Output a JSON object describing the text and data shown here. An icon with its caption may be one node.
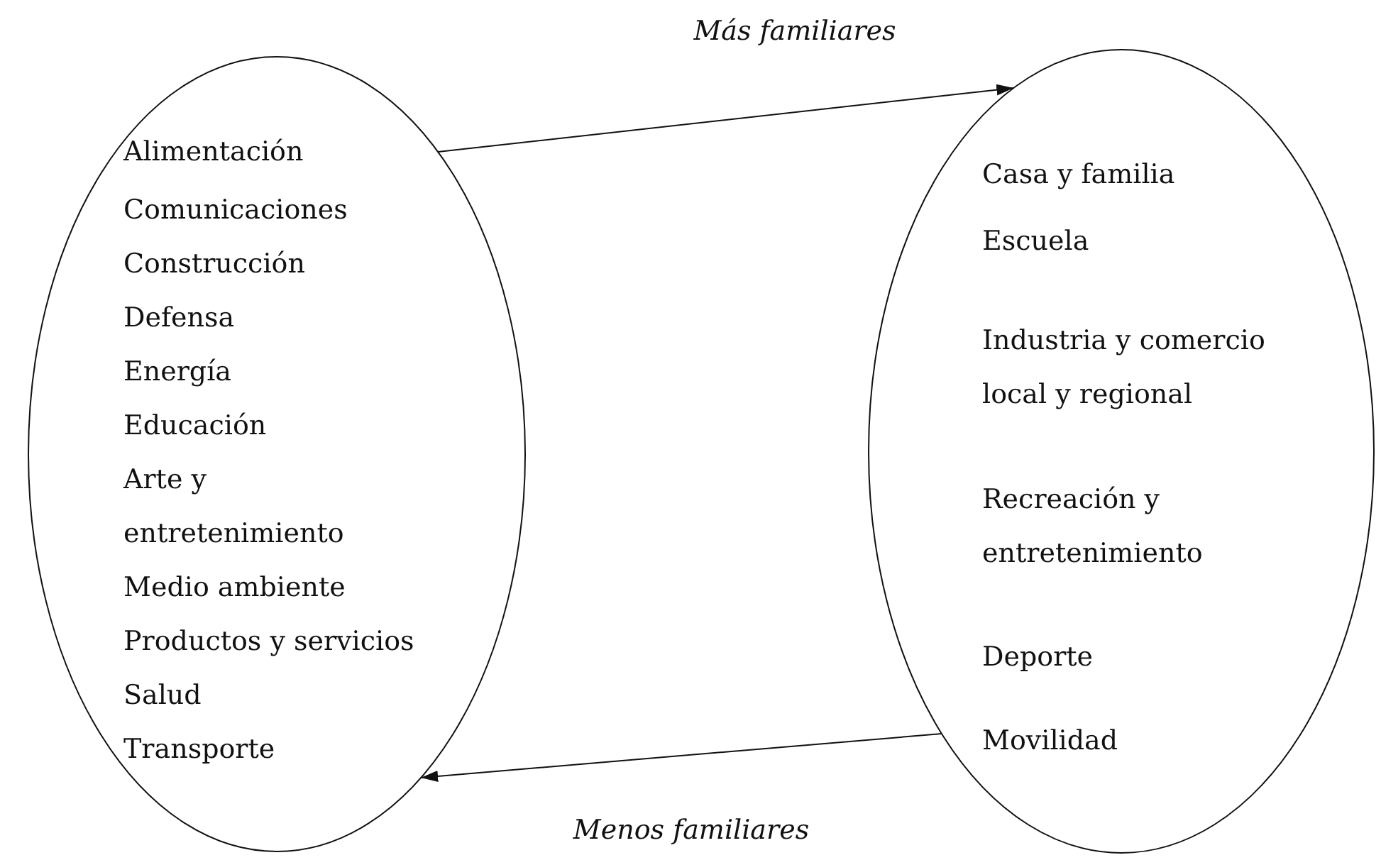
{
  "diagram": {
    "nodes": [
      {
        "text": [
          "Alimentación",
          "Comunicaciones",
          "Construcción",
          "Defensa",
          "Energía",
          "Educación",
          "Arte y entretenimiento",
          "Medio ambiente",
          "Productos y servicios",
          "Salud",
          "Transporte"
        ]
      },
      {
        "text": [
          "Casa y familia",
          "Escuela",
          "Industria y comercio local y regional",
          "Recreación y entretenimiento",
          "Deporte",
          "Movilidad"
        ]
      }
    ],
    "edges": [
      {
        "from": 0,
        "to": 1,
        "arrow": "to",
        "label": "Más familiares"
      },
      {
        "from": 1,
        "to": 0,
        "arrow": "to",
        "label": "Menos familiares"
      }
    ]
  }
}
